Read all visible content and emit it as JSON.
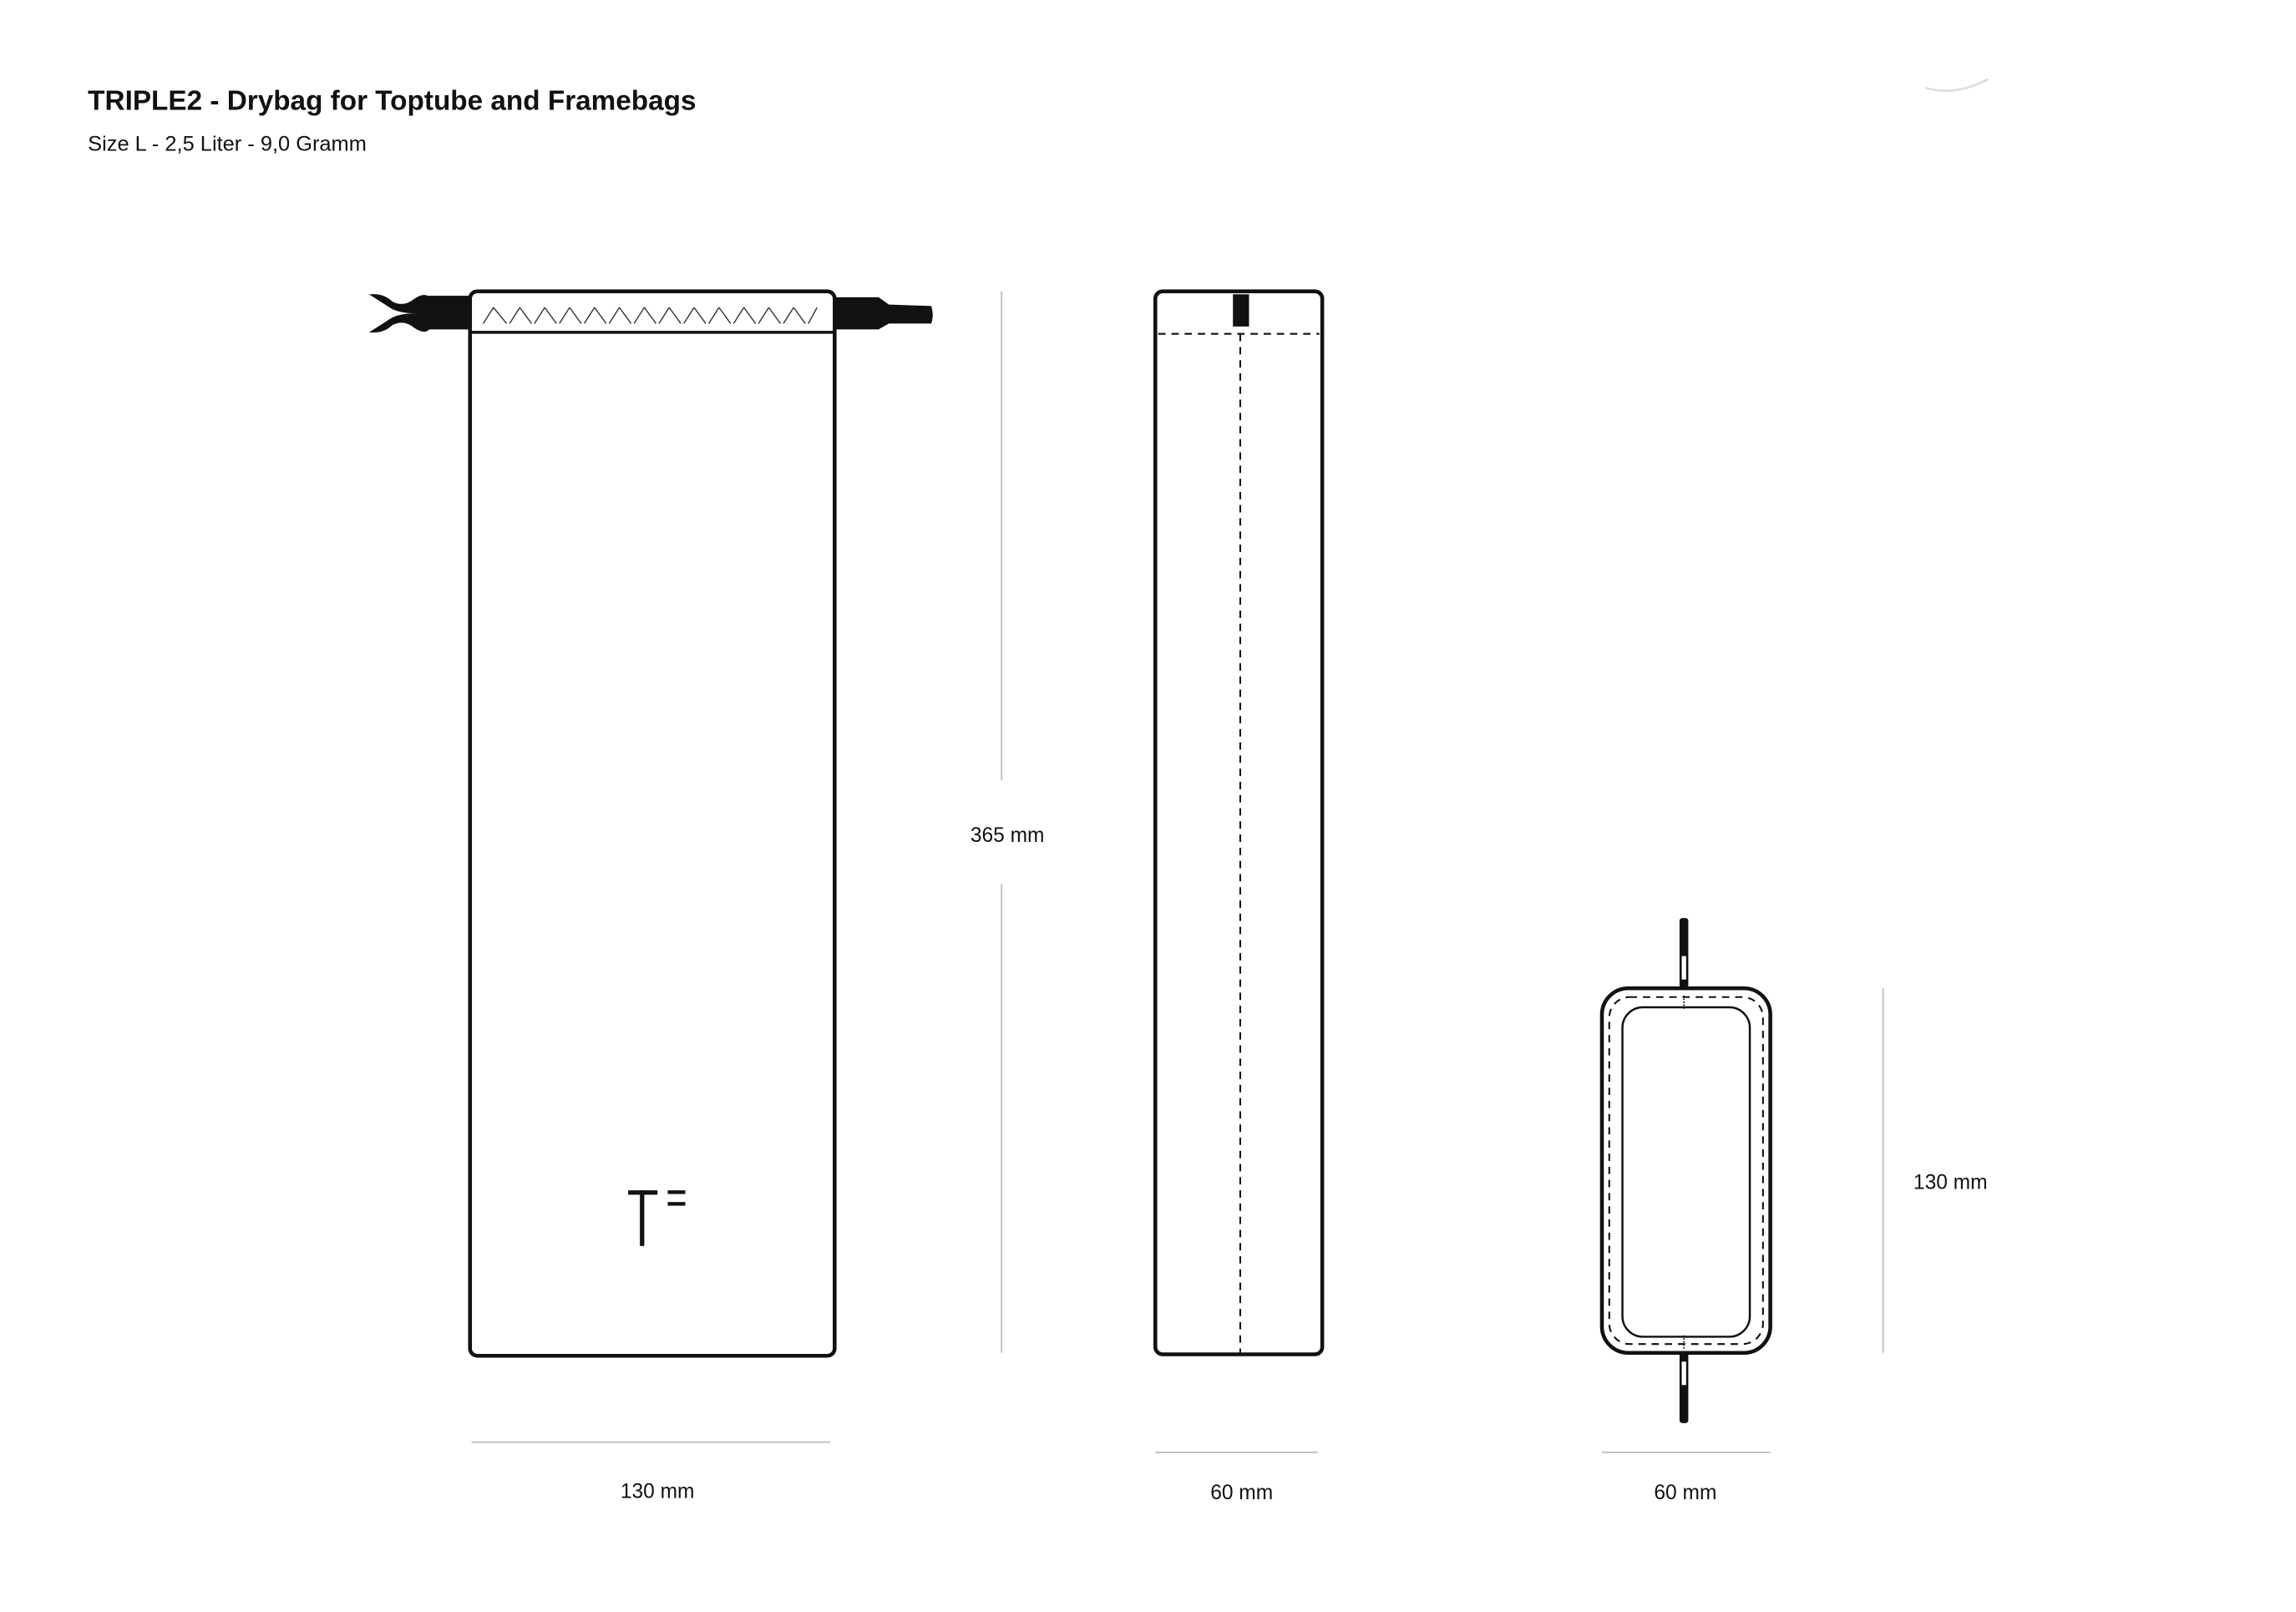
{
  "header": {
    "title": "TRIPLE2 - Drybag for Toptube and Framebags",
    "subtitle": "Size L - 2,5 Liter - 9,0 Gramm"
  },
  "front_view": {
    "height_label": "365 mm",
    "width_label": "130 mm",
    "logo_text": "T="
  },
  "side_view": {
    "width_label": "60 mm"
  },
  "top_view": {
    "width_label": "60 mm",
    "depth_label": "130 mm"
  }
}
